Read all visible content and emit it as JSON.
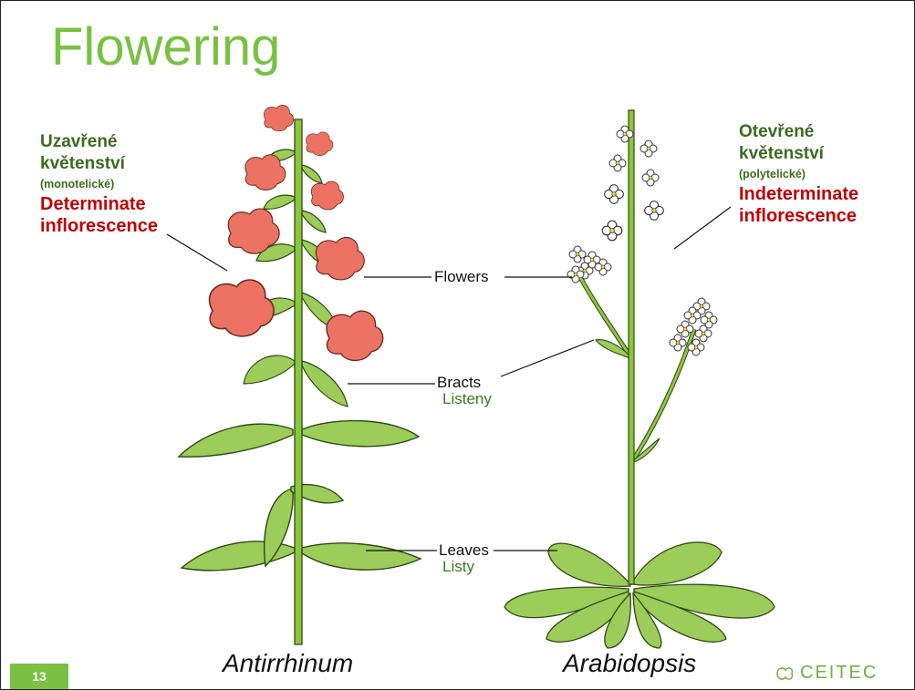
{
  "slide": {
    "title": "Flowering",
    "page_number": "13",
    "logo": "CEITEC"
  },
  "left_label": {
    "cz_line1": "Uzavřené",
    "cz_line2": "květenství",
    "cz_sub": "(monotelické)",
    "en_line1": "Determinate",
    "en_line2": "inflorescence"
  },
  "right_label": {
    "cz_line1": "Otevřené",
    "cz_line2": "květenství",
    "cz_sub": "(polytelické)",
    "en_line1": "Indeterminate",
    "en_line2": "inflorescence"
  },
  "callouts": {
    "flowers": "Flowers",
    "bracts": "Bracts",
    "bracts_cz": "Listeny",
    "leaves": "Leaves",
    "leaves_cz": "Listy"
  },
  "genus": {
    "left": "Antirrhinum",
    "right": "Arabidopsis"
  },
  "colors": {
    "title_green": "#7ac143",
    "label_dark_green": "#3a6b1e",
    "label_red": "#c00000",
    "flower_salmon": "#ec7363",
    "leaf_green": "#9ccc5a",
    "stem_green": "#8cc63f"
  }
}
